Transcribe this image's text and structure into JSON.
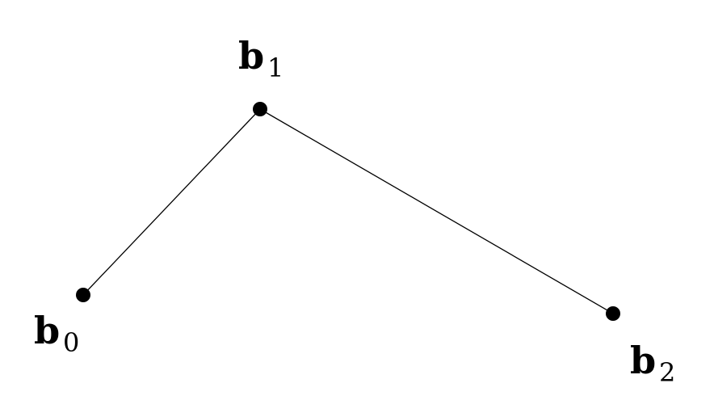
{
  "diagram": {
    "title": "Control polygon",
    "points": [
      {
        "name": "b",
        "subscript": "0"
      },
      {
        "name": "b",
        "subscript": "1"
      },
      {
        "name": "b",
        "subscript": "2"
      }
    ],
    "colors": {
      "stroke": "#000000",
      "point": "#000000"
    }
  }
}
